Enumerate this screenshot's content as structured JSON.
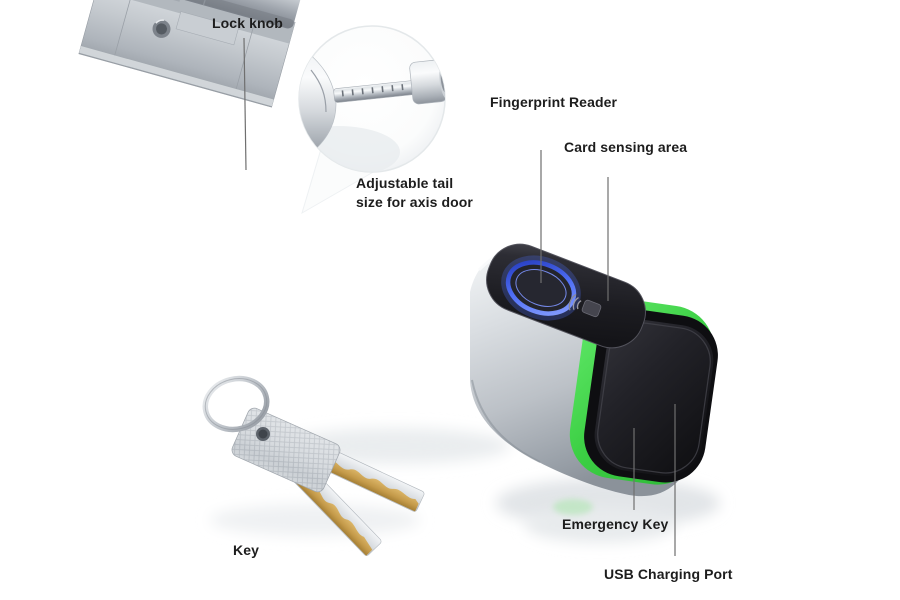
{
  "figure": {
    "kind": "annotated product diagram",
    "labels": {
      "lock_knob": "Lock knob",
      "fingerprint_reader": "Fingerprint Reader",
      "card_sensing_area": "Card sensing area",
      "adjustable_tail_line1": "Adjustable tail",
      "adjustable_tail_line2": "size for axis door",
      "emergency_key": "Emergency Key",
      "usb_charging_port": "USB Charging Port",
      "key": "Key"
    },
    "colors": {
      "background": "#ffffff",
      "label_text": "#1d1d1d",
      "leader_line": "#6f6f6f",
      "fingerprint_ring_blue": "#4f6ef5",
      "status_ring_green": "#3ccf44",
      "body_silver": "#c3c8ce",
      "face_black": "#1a1a1f",
      "key_brass": "#c49a4a"
    }
  }
}
